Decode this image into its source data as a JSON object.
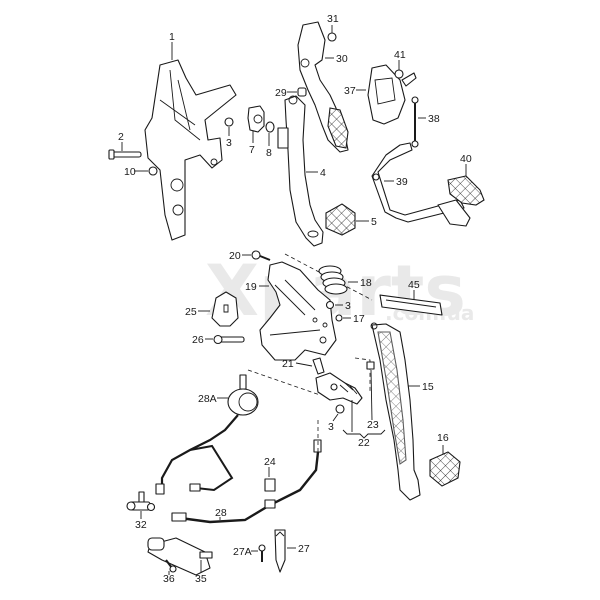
{
  "watermark": {
    "brand": "Xparts",
    "domain": ".com.ua"
  },
  "labels": {
    "p1": "1",
    "p2": "2",
    "p3a": "3",
    "p3b": "3",
    "p3c": "3",
    "p4": "4",
    "p5": "5",
    "p7": "7",
    "p8": "8",
    "p10": "10",
    "p15": "15",
    "p16": "16",
    "p17": "17",
    "p18": "18",
    "p19": "19",
    "p20": "20",
    "p21": "21",
    "p22": "22",
    "p23": "23",
    "p24": "24",
    "p25": "25",
    "p26": "26",
    "p27": "27",
    "p27a": "27A",
    "p28": "28",
    "p28a": "28A",
    "p29": "29",
    "p30": "30",
    "p31": "31",
    "p32": "32",
    "p35": "35",
    "p36": "36",
    "p37": "37",
    "p38": "38",
    "p39": "39",
    "p40": "40",
    "p41": "41",
    "p45": "45"
  }
}
